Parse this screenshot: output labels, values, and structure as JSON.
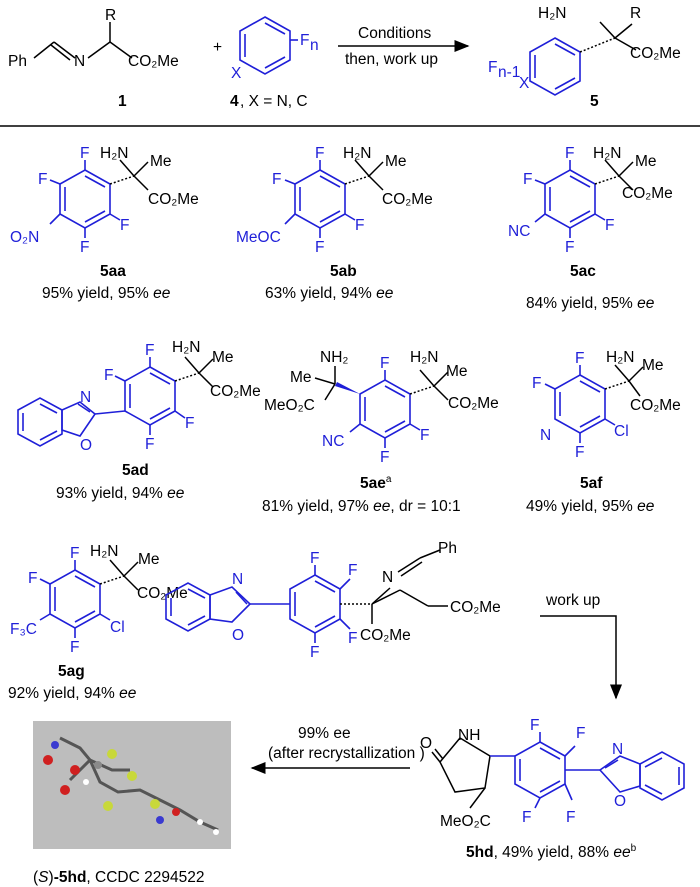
{
  "colors": {
    "ring": "#1f1fd8",
    "text": "#000000",
    "crystal_bg": "#bdbdbd"
  },
  "header": {
    "imine_R": "R",
    "imine_Ph": "Ph",
    "imine_N": "N",
    "imine_ester": "CO₂Me",
    "imine_id": "1",
    "plus": "+",
    "arene_Fn": "F",
    "arene_n": "n",
    "arene_X": "X",
    "arene_id": "4",
    "arene_note": ", X = N, C",
    "arrow_top": "Conditions",
    "arrow_bottom": "then, work up",
    "product_NH2": "H₂N",
    "product_R": "R",
    "product_ester": "CO₂Me",
    "product_Fn": "F",
    "product_n1": "n-1",
    "product_X": "X",
    "product_id": "5"
  },
  "atoms": {
    "F": "F",
    "N": "N",
    "O": "O",
    "Cl": "Cl",
    "NH2": "NH₂",
    "H2N": "H₂N",
    "Me": "Me",
    "ester": "CO₂Me",
    "ester_left": "MeO₂C",
    "NO2": "O₂N",
    "COMe": "MeOC",
    "CN": "NC",
    "CF3": "F₃C",
    "Ph": "Ph",
    "NH": "NH"
  },
  "compounds": [
    {
      "id": "5aa",
      "sup": "",
      "yield": "95% yield, 95% ",
      "ee": "ee",
      "extra": ""
    },
    {
      "id": "5ab",
      "sup": "",
      "yield": "63% yield, 94% ",
      "ee": "ee",
      "extra": ""
    },
    {
      "id": "5ac",
      "sup": "",
      "yield": "84% yield, 95% ",
      "ee": "ee",
      "extra": ""
    },
    {
      "id": "5ad",
      "sup": "",
      "yield": "93% yield, 94% ",
      "ee": "ee",
      "extra": ""
    },
    {
      "id": "5ae",
      "sup": "a",
      "yield": "81% yield, 97% ",
      "ee": "ee",
      "extra": ", dr = 10:1"
    },
    {
      "id": "5af",
      "sup": "",
      "yield": "49% yield, 95% ",
      "ee": "ee",
      "extra": ""
    },
    {
      "id": "5ag",
      "sup": "",
      "yield": "92% yield, 94% ",
      "ee": "ee",
      "extra": ""
    }
  ],
  "workup": {
    "label": "work up",
    "product_id": "5hd",
    "product_yield": ", 49% yield, 88% ",
    "product_ee": "ee",
    "product_sup": "b",
    "O": "O",
    "NH": "NH",
    "ester": "MeO₂C"
  },
  "crystal": {
    "arrow_top": "99% ee",
    "arrow_bottom": "(after recrystallization )",
    "caption_S": "S",
    "caption_id": "-5hd",
    "caption_ccdc": ", CCDC 2294522"
  }
}
